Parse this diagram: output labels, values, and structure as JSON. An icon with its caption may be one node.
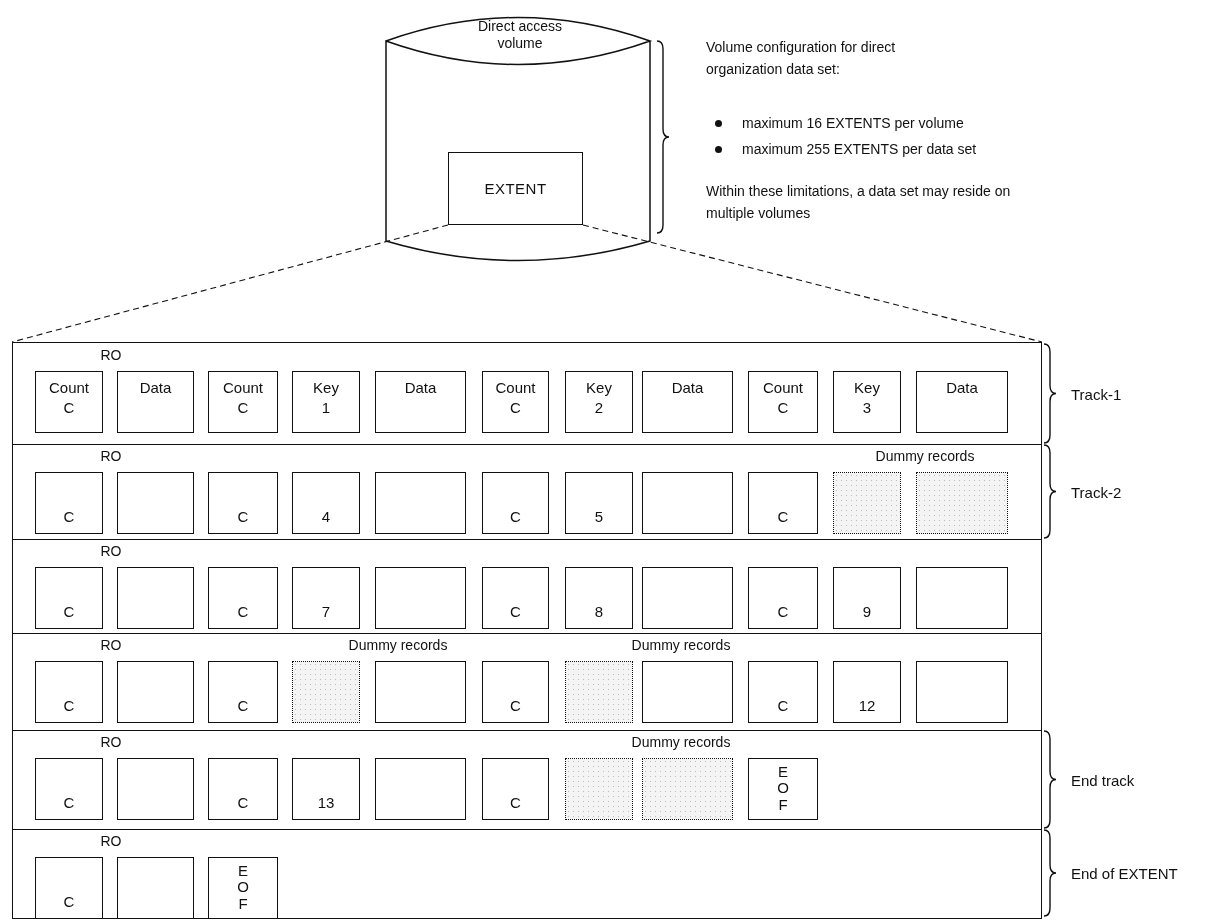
{
  "diagram": {
    "nodes": [
      {
        "text": [
          "Direct access volume"
        ]
      },
      {
        "text": [
          "EXTENT"
        ],
        "in": 0
      },
      {
        "text": [],
        "shape": "box"
      },
      {
        "text": [
          "RO"
        ],
        "in": 2,
        "beside": [
          "Track-1"
        ]
      },
      {
        "text": [
          "Count C"
        ],
        "in": 3
      },
      {
        "text": [
          "Data"
        ],
        "in": 3
      },
      {
        "text": [
          "Count C"
        ],
        "in": 3
      },
      {
        "text": [
          "Key 1"
        ],
        "in": 3
      },
      {
        "text": [
          "Data"
        ],
        "in": 3
      },
      {
        "text": [
          "Count C"
        ],
        "in": 3
      },
      {
        "text": [
          "Key 2"
        ],
        "in": 3
      },
      {
        "text": [
          "Data"
        ],
        "in": 3
      },
      {
        "text": [
          "Count C"
        ],
        "in": 3
      },
      {
        "text": [
          "Key 3"
        ],
        "in": 3
      },
      {
        "text": [
          "Data"
        ],
        "in": 3
      },
      {
        "text": [
          "RO",
          "Dummy records"
        ],
        "in": 2,
        "beside": [
          "Track-2"
        ]
      },
      {
        "text": [
          "C"
        ],
        "in": 15
      },
      {
        "text": [],
        "shape": "box",
        "in": 15
      },
      {
        "text": [
          "C"
        ],
        "in": 15
      },
      {
        "text": [
          "4"
        ],
        "in": 15
      },
      {
        "text": [],
        "shape": "box",
        "in": 15
      },
      {
        "text": [
          "C"
        ],
        "in": 15
      },
      {
        "text": [
          "5"
        ],
        "in": 15
      },
      {
        "text": [],
        "shape": "box",
        "in": 15
      },
      {
        "text": [
          "C"
        ],
        "in": 15
      },
      {
        "text": [],
        "shape": "box",
        "in": 15
      },
      {
        "text": [],
        "shape": "box",
        "in": 15
      },
      {
        "text": [
          "RO"
        ],
        "in": 2
      },
      {
        "text": [
          "C"
        ],
        "in": 27
      },
      {
        "text": [],
        "shape": "box",
        "in": 27
      },
      {
        "text": [
          "C"
        ],
        "in": 27
      },
      {
        "text": [
          "7"
        ],
        "in": 27
      },
      {
        "text": [],
        "shape": "box",
        "in": 27
      },
      {
        "text": [
          "C"
        ],
        "in": 27
      },
      {
        "text": [
          "8"
        ],
        "in": 27
      },
      {
        "text": [],
        "shape": "box",
        "in": 27
      },
      {
        "text": [
          "C"
        ],
        "in": 27
      },
      {
        "text": [
          "9"
        ],
        "in": 27
      },
      {
        "text": [],
        "shape": "box",
        "in": 27
      },
      {
        "text": [
          "RO",
          "Dummy records",
          "Dummy records"
        ],
        "in": 2
      },
      {
        "text": [
          "C"
        ],
        "in": 39
      },
      {
        "text": [],
        "shape": "box",
        "in": 39
      },
      {
        "text": [
          "C"
        ],
        "in": 39
      },
      {
        "text": [],
        "shape": "box",
        "in": 39
      },
      {
        "text": [],
        "shape": "box",
        "in": 39
      },
      {
        "text": [
          "C"
        ],
        "in": 39
      },
      {
        "text": [],
        "shape": "box",
        "in": 39
      },
      {
        "text": [],
        "shape": "box",
        "in": 39
      },
      {
        "text": [
          "C"
        ],
        "in": 39
      },
      {
        "text": [
          "12"
        ],
        "in": 39
      },
      {
        "text": [],
        "shape": "box",
        "in": 39
      },
      {
        "text": [
          "RO",
          "Dummy records"
        ],
        "in": 2,
        "beside": [
          "End track"
        ]
      },
      {
        "text": [
          "C"
        ],
        "in": 51
      },
      {
        "text": [],
        "shape": "box",
        "in": 51
      },
      {
        "text": [
          "C"
        ],
        "in": 51
      },
      {
        "text": [
          "13"
        ],
        "in": 51
      },
      {
        "text": [],
        "shape": "box",
        "in": 51
      },
      {
        "text": [
          "C"
        ],
        "in": 51
      },
      {
        "text": [],
        "shape": "box",
        "in": 51
      },
      {
        "text": [],
        "shape": "box",
        "in": 51
      },
      {
        "text": [
          "EOF"
        ],
        "in": 51
      },
      {
        "text": [
          "RO"
        ],
        "in": 2,
        "beside": [
          "End of EXTENT"
        ]
      },
      {
        "text": [
          "C"
        ],
        "in": 61
      },
      {
        "text": [],
        "shape": "box",
        "in": 61
      },
      {
        "text": [
          "EOF"
        ],
        "in": 61
      }
    ],
    "edges": [
      {
        "from": 1,
        "to": 2,
        "arrow": "none",
        "style": "dashed"
      },
      {
        "from": 1,
        "to": 2,
        "arrow": "none",
        "style": "dashed"
      }
    ],
    "labels": [
      "Volume configuration for direct organization data set:",
      "maximum 16 EXTENTS per volume",
      "maximum 255 EXTENTS per data set",
      "Within these limitations, a data set may reside on multiple volumes"
    ]
  }
}
